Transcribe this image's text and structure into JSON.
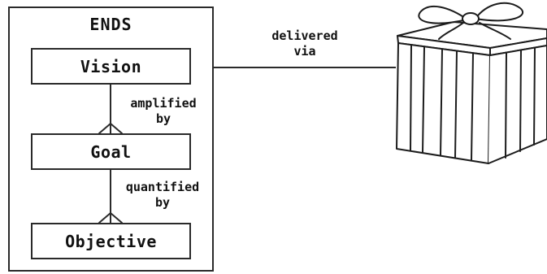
{
  "ends": {
    "title": "ENDS"
  },
  "nodes": {
    "vision": "Vision",
    "goal": "Goal",
    "objective": "Objective"
  },
  "relations": {
    "vision_goal": [
      "amplified",
      "by"
    ],
    "goal_objective": [
      "quantified",
      "by"
    ],
    "ends_gift": [
      "delivered",
      "via"
    ]
  },
  "gift": {
    "icon": "gift-box-icon"
  }
}
